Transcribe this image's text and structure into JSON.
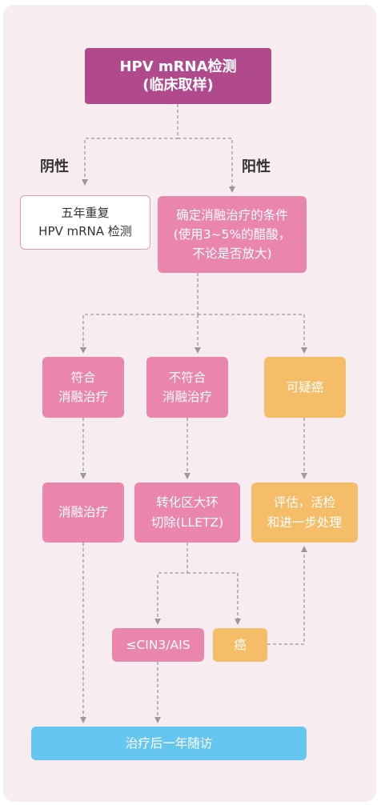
{
  "title_box": "HPV mRNA检测\n(临床取样)",
  "branch_negative": "阴性",
  "branch_positive": "阳性",
  "negative_box": "五年重复\nHPV mRNA 检测",
  "positive_box": "确定消融治疗的条件\n(使用3~5%的醋酸，\n不论是否放大)",
  "eligible_box": "符合\n消融治疗",
  "ineligible_box": "不符合\n消融治疗",
  "suspicious_box": "可疑癌",
  "ablation_box": "消融治疗",
  "lletz_box": "转化区大环\n切除(LLETZ)",
  "evaluate_box": "评估，活检\n和进一步处理",
  "cin_box": "≤CIN3/AIS",
  "cancer_box": "癌",
  "followup_box": "治疗后一年随访",
  "colors": {
    "purple": "#b04a8c",
    "pink": "#ea85ae",
    "orange": "#f5bd68",
    "blue": "#65c6ef",
    "panel": "#f7ecf0",
    "line": "#9a9a9a"
  }
}
